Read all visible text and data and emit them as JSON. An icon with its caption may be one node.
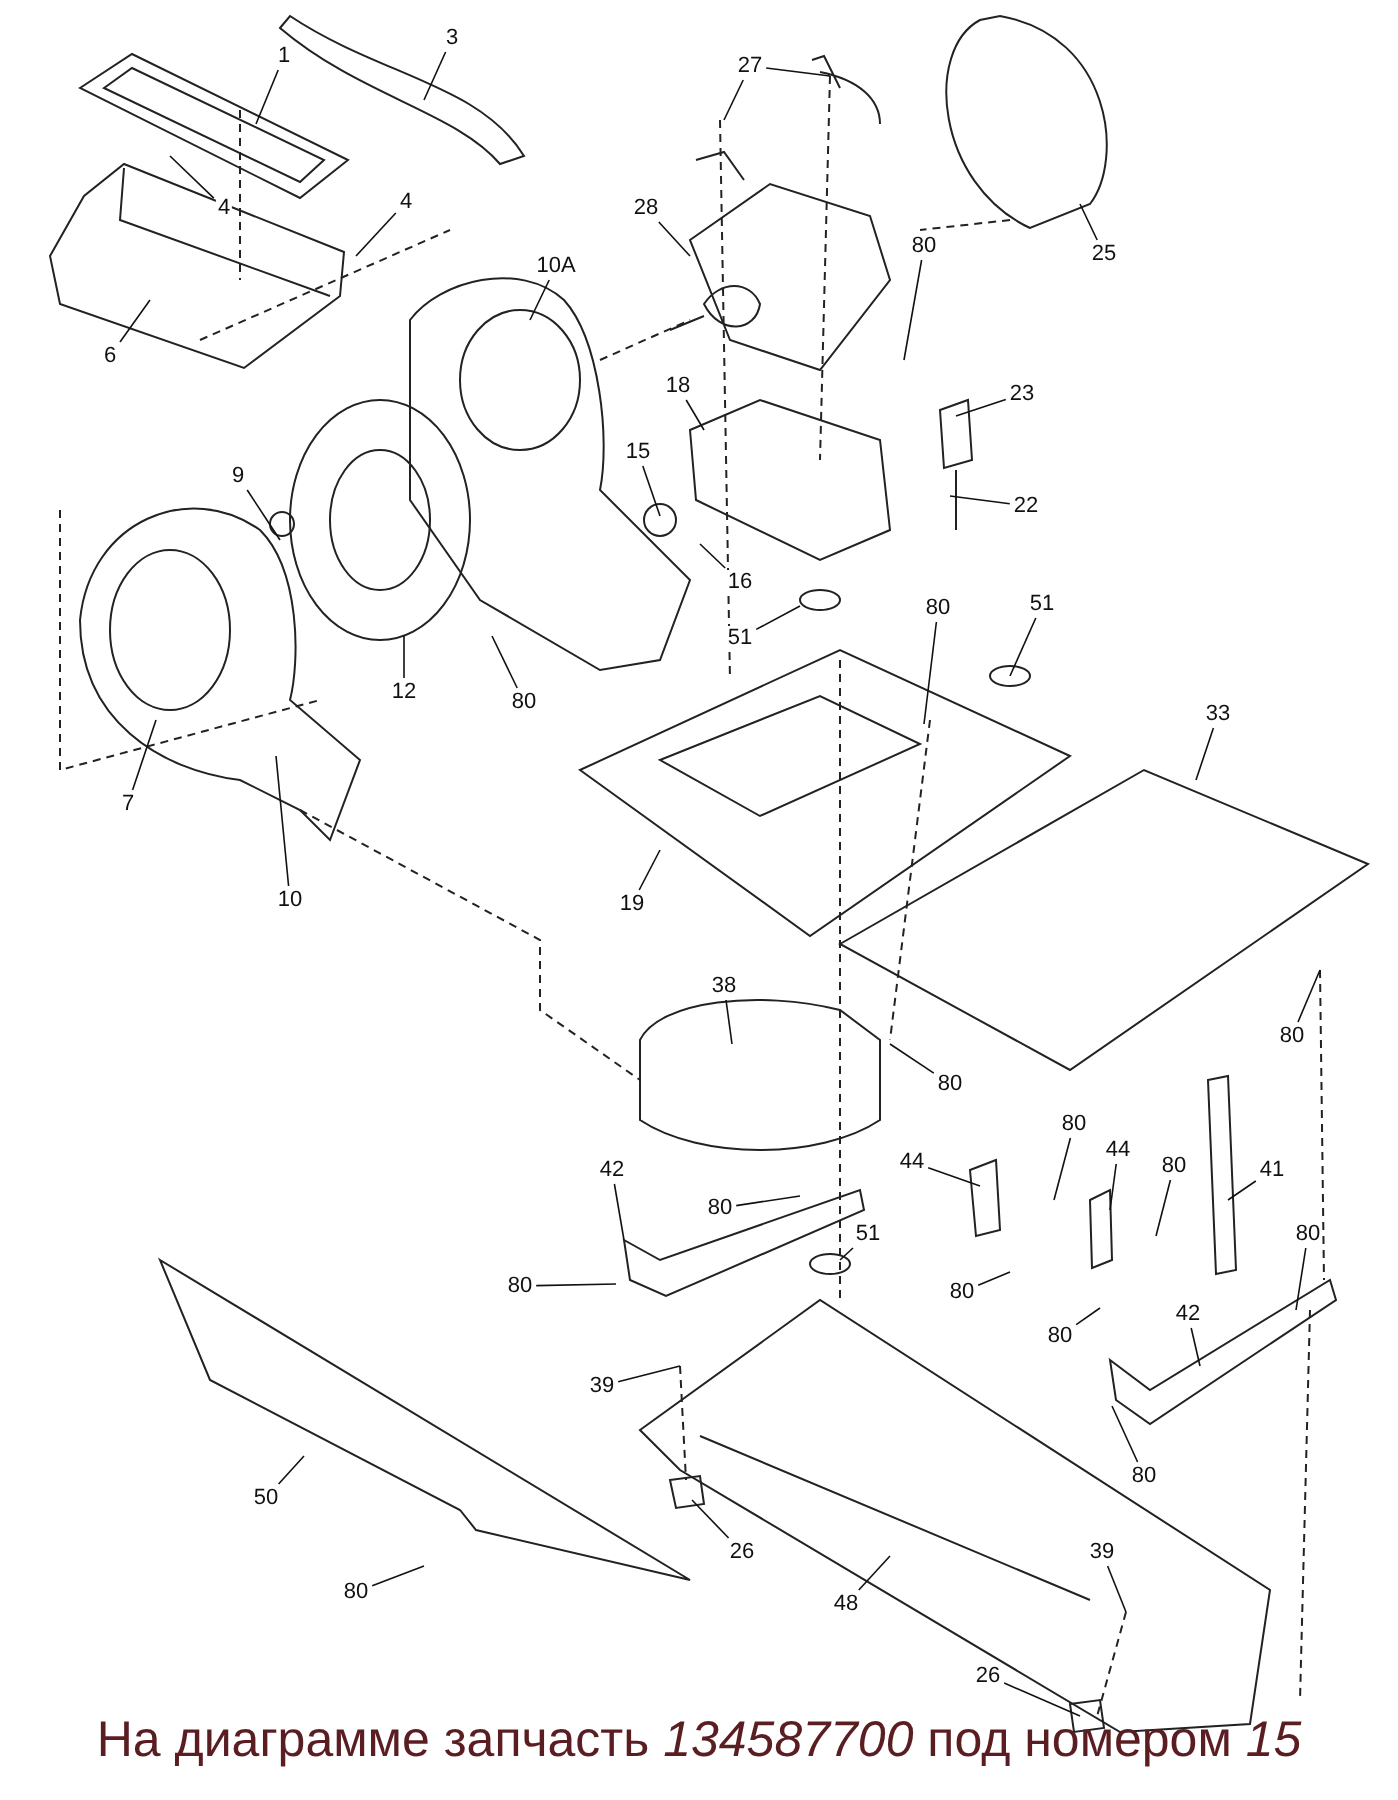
{
  "diagram": {
    "caption": "На диаграмме запчасть *134587700* под номером *15*",
    "nodes": [
      {
        "text": [
          "1"
        ]
      },
      {
        "text": [
          "3"
        ]
      },
      {
        "text": [
          "4"
        ]
      },
      {
        "text": [
          "4"
        ]
      },
      {
        "text": [
          "6"
        ]
      },
      {
        "text": [
          "27"
        ]
      },
      {
        "text": [
          "25"
        ]
      },
      {
        "text": [
          "10A"
        ]
      },
      {
        "text": [
          "28"
        ]
      },
      {
        "text": [
          "80"
        ]
      },
      {
        "text": [
          "23"
        ]
      },
      {
        "text": [
          "18"
        ]
      },
      {
        "text": [
          "9"
        ]
      },
      {
        "text": [
          "15"
        ]
      },
      {
        "text": [
          "22"
        ]
      },
      {
        "text": [
          "16"
        ]
      },
      {
        "text": [
          "51"
        ]
      },
      {
        "text": [
          "80"
        ]
      },
      {
        "text": [
          "51"
        ]
      },
      {
        "text": [
          "12"
        ]
      },
      {
        "text": [
          "80"
        ]
      },
      {
        "text": [
          "7"
        ]
      },
      {
        "text": [
          "10"
        ]
      },
      {
        "text": [
          "33"
        ]
      },
      {
        "text": [
          "19"
        ]
      },
      {
        "text": [
          "38"
        ]
      },
      {
        "text": [
          "80"
        ]
      },
      {
        "text": [
          "80"
        ]
      },
      {
        "text": [
          "80"
        ]
      },
      {
        "text": [
          "44"
        ]
      },
      {
        "text": [
          "44"
        ]
      },
      {
        "text": [
          "80"
        ]
      },
      {
        "text": [
          "41"
        ]
      },
      {
        "text": [
          "42"
        ]
      },
      {
        "text": [
          "80"
        ]
      },
      {
        "text": [
          "51"
        ]
      },
      {
        "text": [
          "80"
        ]
      },
      {
        "text": [
          "80"
        ]
      },
      {
        "text": [
          "80"
        ]
      },
      {
        "text": [
          "42"
        ]
      },
      {
        "text": [
          "80"
        ]
      },
      {
        "text": [
          "39"
        ]
      },
      {
        "text": [
          "80"
        ]
      },
      {
        "text": [
          "50"
        ]
      },
      {
        "text": [
          "26"
        ]
      },
      {
        "text": [
          "80"
        ]
      },
      {
        "text": [
          "48"
        ]
      },
      {
        "text": [
          "39"
        ]
      },
      {
        "text": [
          "26"
        ]
      }
    ],
    "edges": [
      {
        "from": 0,
        "to": null,
        "arrow": "none"
      },
      {
        "from": 1,
        "to": null,
        "arrow": "none"
      },
      {
        "from": 2,
        "to": null,
        "arrow": "none"
      },
      {
        "from": 3,
        "to": null,
        "arrow": "none"
      },
      {
        "from": 4,
        "to": null,
        "arrow": "none"
      },
      {
        "from": 5,
        "to": null,
        "arrow": "none"
      },
      {
        "from": 5,
        "to": null,
        "arrow": "none"
      },
      {
        "from": 6,
        "to": null,
        "arrow": "none"
      },
      {
        "from": 7,
        "to": null,
        "arrow": "none"
      },
      {
        "from": 8,
        "to": null,
        "arrow": "none"
      },
      {
        "from": 9,
        "to": null,
        "arrow": "none"
      },
      {
        "from": 10,
        "to": null,
        "arrow": "none"
      },
      {
        "from": 11,
        "to": null,
        "arrow": "none"
      },
      {
        "from": 12,
        "to": null,
        "arrow": "none"
      },
      {
        "from": 13,
        "to": null,
        "arrow": "none"
      },
      {
        "from": 14,
        "to": null,
        "arrow": "none"
      },
      {
        "from": 15,
        "to": null,
        "arrow": "none"
      },
      {
        "from": 16,
        "to": null,
        "arrow": "none"
      },
      {
        "from": 17,
        "to": null,
        "arrow": "none"
      },
      {
        "from": 18,
        "to": null,
        "arrow": "none"
      },
      {
        "from": 19,
        "to": null,
        "arrow": "none"
      },
      {
        "from": 20,
        "to": null,
        "arrow": "none"
      },
      {
        "from": 21,
        "to": null,
        "arrow": "none"
      },
      {
        "from": 22,
        "to": null,
        "arrow": "none"
      },
      {
        "from": 23,
        "to": null,
        "arrow": "none"
      },
      {
        "from": 24,
        "to": null,
        "arrow": "none"
      },
      {
        "from": 25,
        "to": null,
        "arrow": "none"
      },
      {
        "from": 26,
        "to": null,
        "arrow": "none"
      },
      {
        "from": 27,
        "to": null,
        "arrow": "none"
      },
      {
        "from": 28,
        "to": null,
        "arrow": "none"
      },
      {
        "from": 29,
        "to": null,
        "arrow": "none"
      },
      {
        "from": 30,
        "to": null,
        "arrow": "none"
      },
      {
        "from": 31,
        "to": null,
        "arrow": "none"
      },
      {
        "from": 32,
        "to": null,
        "arrow": "none"
      },
      {
        "from": 33,
        "to": null,
        "arrow": "none"
      },
      {
        "from": 34,
        "to": null,
        "arrow": "none"
      },
      {
        "from": 35,
        "to": null,
        "arrow": "none"
      },
      {
        "from": 36,
        "to": null,
        "arrow": "none"
      },
      {
        "from": 37,
        "to": null,
        "arrow": "none"
      },
      {
        "from": 38,
        "to": null,
        "arrow": "none"
      },
      {
        "from": 39,
        "to": null,
        "arrow": "none"
      },
      {
        "from": 40,
        "to": null,
        "arrow": "none"
      },
      {
        "from": 41,
        "to": null,
        "arrow": "none"
      },
      {
        "from": 42,
        "to": null,
        "arrow": "none"
      },
      {
        "from": 43,
        "to": null,
        "arrow": "none"
      },
      {
        "from": 44,
        "to": null,
        "arrow": "none"
      },
      {
        "from": 45,
        "to": null,
        "arrow": "none"
      },
      {
        "from": 46,
        "to": null,
        "arrow": "none"
      },
      {
        "from": 47,
        "to": null,
        "arrow": "none"
      },
      {
        "from": 48,
        "to": null,
        "arrow": "none"
      }
    ]
  }
}
